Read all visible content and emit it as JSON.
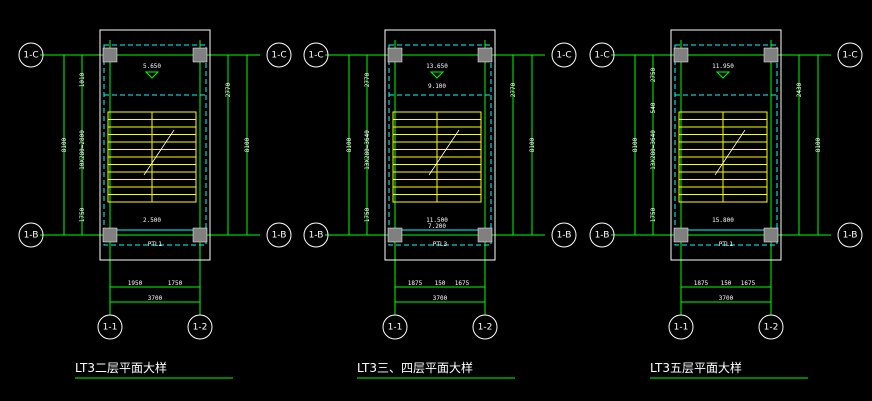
{
  "colors": {
    "background": "#000000",
    "grid": "#00ff00",
    "wall": "#00ffff",
    "stair": "#ffff00",
    "column": "#808080",
    "text": "#ffffff"
  },
  "plans": [
    {
      "title": "LT3二层平面大样",
      "axis_top": "1-C",
      "axis_bottom": "1-B",
      "axis_left": "1-1",
      "axis_right": "1-2",
      "top_level": "5.650",
      "bottom_level": "2.500",
      "beam_label": "PTL1",
      "dim_left": [
        "1010",
        "10X280=2800",
        "1750"
      ],
      "dim_left_total": "8100",
      "dim_right": "2770",
      "dim_right_total": "8100",
      "dim_bottom": [
        "1950",
        "1750"
      ],
      "dim_bottom_total": "3700"
    },
    {
      "title": "LT3三、四层平面大样",
      "axis_top": "1-C",
      "axis_bottom": "1-B",
      "axis_left": "1-1",
      "axis_right": "1-2",
      "top_level": "13.650",
      "top_level2": "9.100",
      "bottom_level": "11.500",
      "bottom_level2": "7.200",
      "beam_label": "PTL3",
      "dim_left": [
        "2770",
        "13X280=3640",
        "1750"
      ],
      "dim_left_total": "8100",
      "dim_right": "2770",
      "dim_right_total": "8100",
      "dim_bottom": [
        "1875",
        "150",
        "1675"
      ],
      "dim_bottom_total": "3700"
    },
    {
      "title": "LT3五层平面大样",
      "axis_top": "1-C",
      "axis_bottom": "1-B",
      "axis_left": "1-1",
      "axis_right": "1-2",
      "top_level": "11.950",
      "bottom_level": "15.800",
      "beam_label": "PTL1",
      "dim_left": [
        "2750",
        "540",
        "13X280=3640",
        "1750"
      ],
      "dim_left_total": "8100",
      "dim_right": "2430",
      "dim_right_total": "8100",
      "dim_bottom": [
        "1875",
        "150",
        "1675"
      ],
      "dim_bottom_total": "3700"
    }
  ]
}
